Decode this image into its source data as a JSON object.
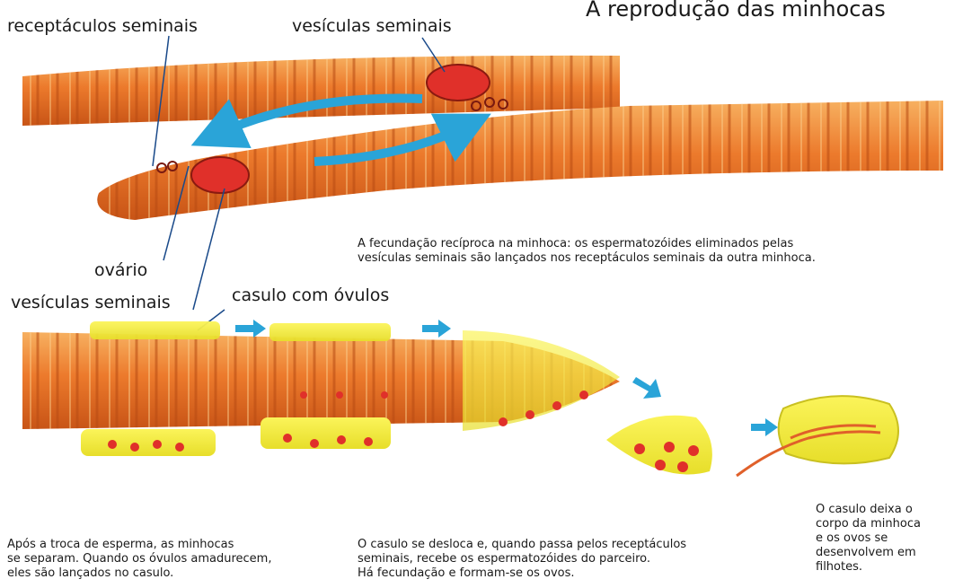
{
  "title": "A reprodução das minhocas",
  "top_labels": {
    "receptacles": "receptáculos seminais",
    "vesicles_top": "vesículas seminais",
    "ovary": "ovário",
    "vesicles_bottom": "vesículas seminais",
    "cocoon": "casulo com óvulos"
  },
  "captions": {
    "fecundation": "A fecundação recíproca na minhoca: os espermatozóides eliminados pelas\nvesículas seminais são lançados nos receptáculos seminais da outra minhoca.",
    "step1": "Após a troca de esperma, as minhocas\nse separam. Quando os óvulos amadurecem,\neles são lançados no casulo.",
    "step2": "O casulo se desloca e, quando passa pelos receptáculos\nseminais, recebe os espermatozóides do parceiro.\nHá fecundação e formam-se os ovos.",
    "step3": "O casulo deixa o\ncorpo da minhoca\ne os ovos se\ndesenvolvem em\nfilhotes."
  },
  "colors": {
    "worm": "#e8752a",
    "worm_dark": "#c4521a",
    "cocoon": "#f2ea3a",
    "organ": "#e0302a",
    "arrow": "#2aa4d8"
  }
}
